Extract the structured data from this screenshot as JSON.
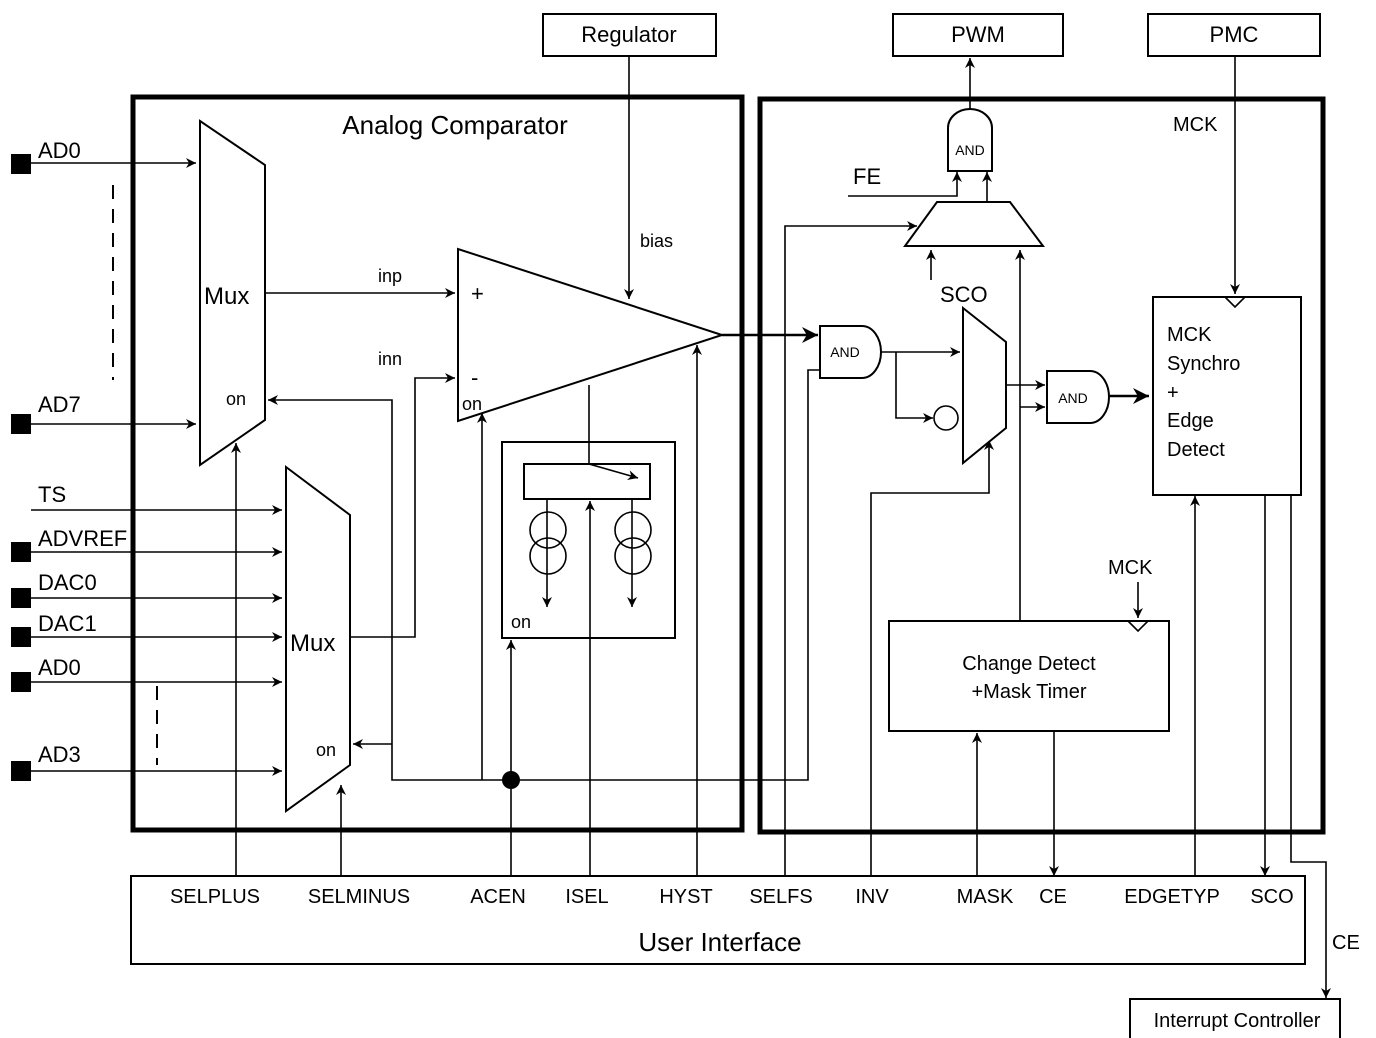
{
  "blocks": {
    "regulator": "Regulator",
    "pwm": "PWM",
    "pmc": "PMC",
    "analog_comparator": "Analog Comparator",
    "user_interface": "User Interface",
    "interrupt_controller": "Interrupt Controller",
    "mck_synchro": [
      "MCK",
      "Synchro",
      "+",
      "Edge",
      "Detect"
    ],
    "change_detect": [
      "Change Detect",
      "+Mask Timer"
    ]
  },
  "inputs_top_mux": [
    "AD0",
    "AD7"
  ],
  "inputs_bottom_mux": [
    "TS",
    "ADVREF",
    "DAC0",
    "DAC1",
    "AD0",
    "AD3"
  ],
  "labels": {
    "mux": "Mux",
    "on": "on",
    "inp": "inp",
    "inn": "inn",
    "plus": "+",
    "minus": "-",
    "bias": "bias",
    "fe": "FE",
    "sco": "SCO",
    "mck": "MCK",
    "and": "AND",
    "ce": "CE"
  },
  "ui_signals": [
    "SELPLUS",
    "SELMINUS",
    "ACEN",
    "ISEL",
    "HYST",
    "SELFS",
    "INV",
    "MASK",
    "CE",
    "EDGETYP",
    "SCO"
  ]
}
